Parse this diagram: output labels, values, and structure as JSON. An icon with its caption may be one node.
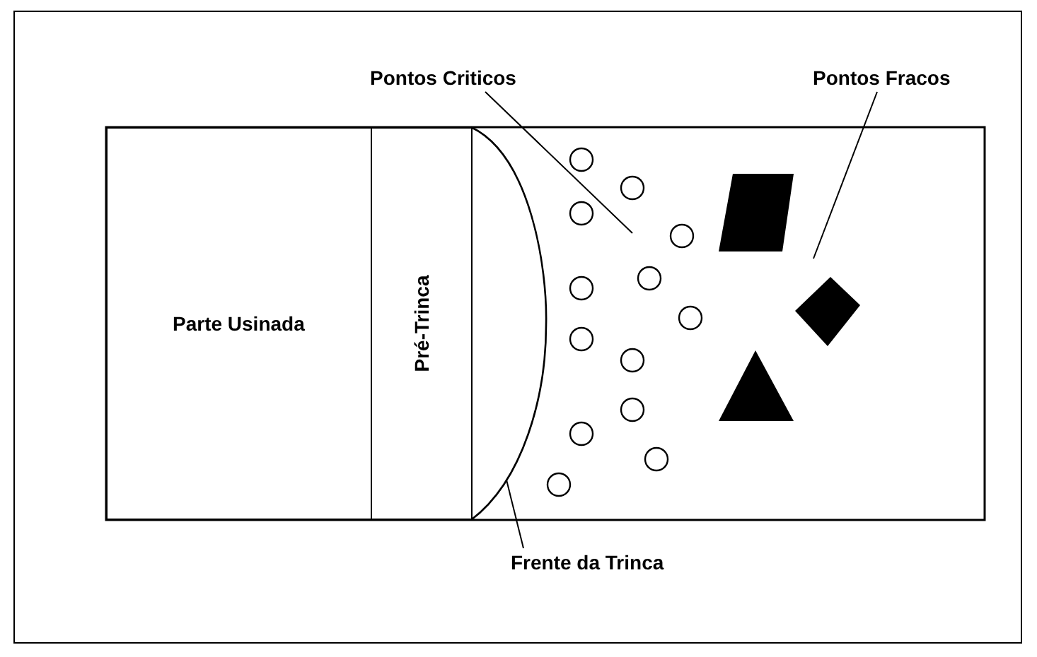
{
  "diagram": {
    "nodes": [
      {
        "text": [
          "Parte Usinada"
        ]
      },
      {
        "text": [
          "Pré-Trinca"
        ]
      },
      {
        "text": [
          "Pontos Criticos"
        ]
      },
      {
        "text": [
          "Pontos Fracos"
        ]
      },
      {
        "text": [
          "Frente da Trinca"
        ]
      },
      {
        "text": [],
        "shape": "curve"
      }
    ],
    "edges": [
      {
        "from": 2,
        "to": null,
        "arrow": "none"
      },
      {
        "from": 3,
        "to": null,
        "arrow": "none"
      },
      {
        "from": 4,
        "to": 5,
        "arrow": "none"
      }
    ]
  }
}
